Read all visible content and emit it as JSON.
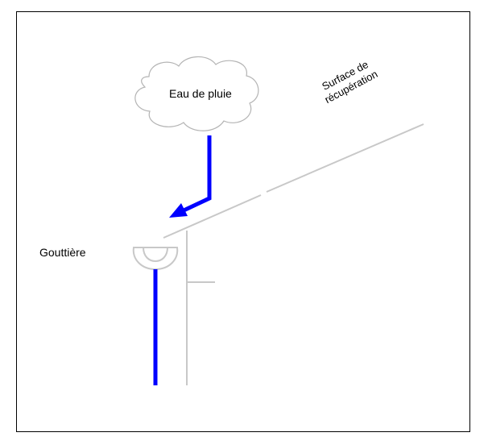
{
  "diagram": {
    "cloud_label": "Eau de pluie",
    "surface_label_line1": "Surface de",
    "surface_label_line2": "récupération",
    "gutter_label": "Gouttière",
    "colors": {
      "water": "#0000ff",
      "structure": "#c8c8c8",
      "outline": "#b4b4b4",
      "frame": "#000000"
    }
  }
}
